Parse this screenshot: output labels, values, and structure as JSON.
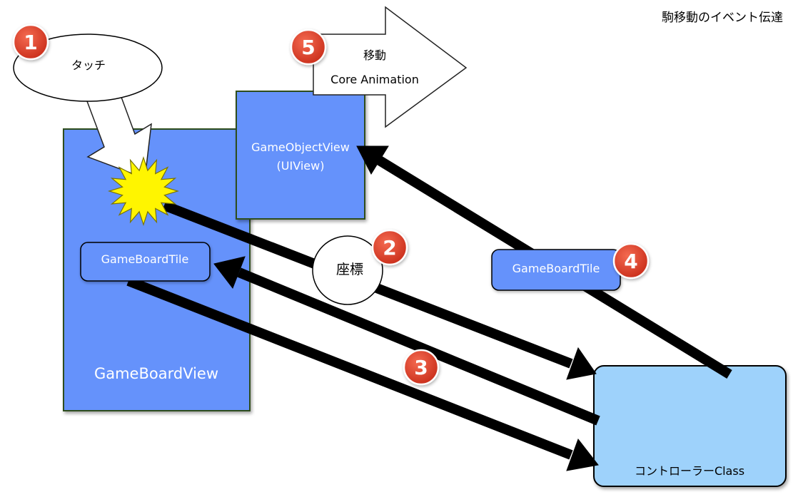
{
  "title": "駒移動のイベント伝達",
  "steps": {
    "touch": {
      "number": "1",
      "label": "タッチ"
    },
    "coords": {
      "number": "2",
      "label": "座標"
    },
    "step3": {
      "number": "3"
    },
    "step4": {
      "number": "4"
    },
    "move": {
      "number": "5",
      "line1": "移動",
      "line2": "Core Animation"
    }
  },
  "nodes": {
    "board_view": {
      "label": "GameBoardView"
    },
    "board_tile_left": {
      "label": "GameBoardTile"
    },
    "object_view": {
      "line1": "GameObjectView",
      "line2": "(UIView)"
    },
    "board_tile_right": {
      "label": "GameBoardTile"
    },
    "controller": {
      "label": "コントローラーClass"
    }
  },
  "colors": {
    "view_blue": "#6592fb",
    "controller_blue": "#9ed2fb",
    "badge_red": "#e8412c",
    "burst_yellow": "#fff500",
    "arrow_black": "#000000"
  }
}
